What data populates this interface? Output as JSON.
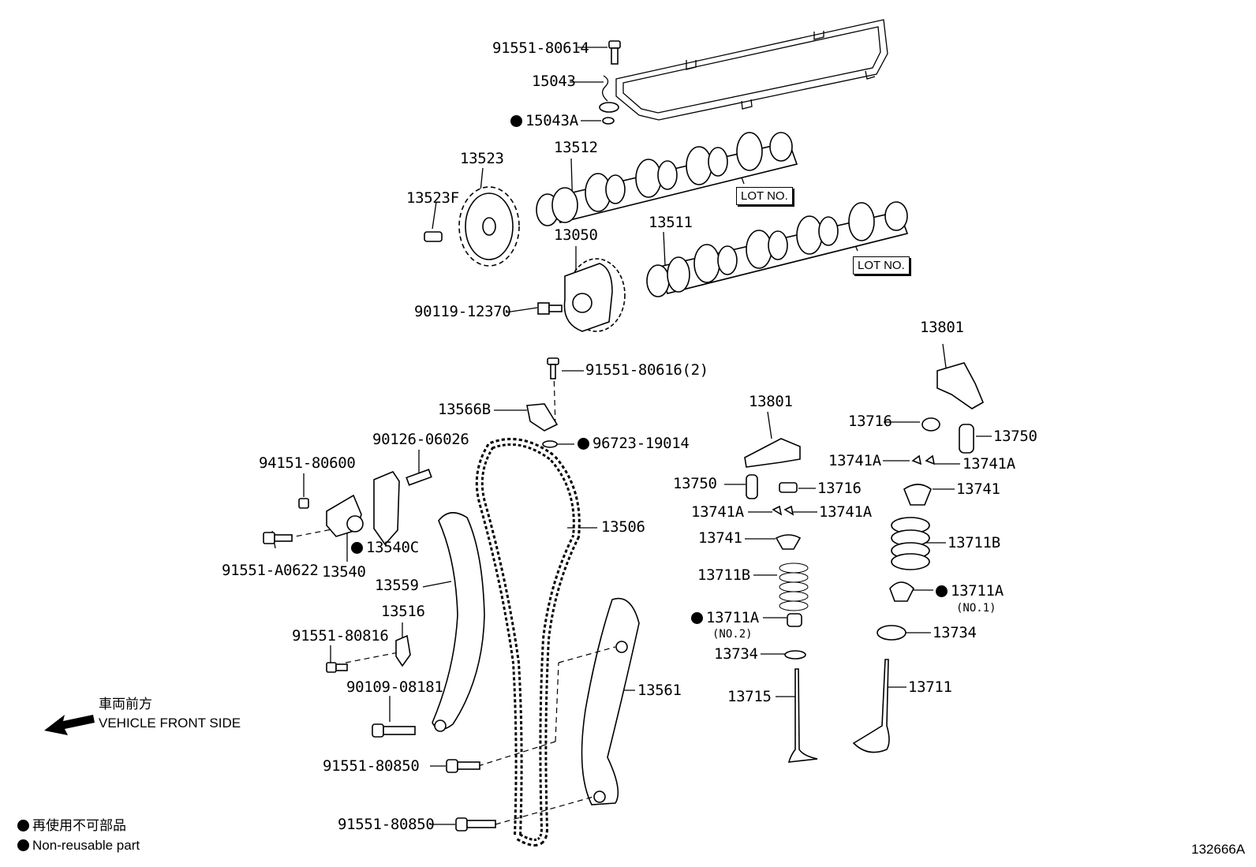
{
  "figure_code": "132666A",
  "legend": {
    "symbol": "●",
    "non_reusable_jp": "再使用不可部品",
    "non_reusable_en": "Non-reusable part"
  },
  "direction": {
    "jp": "車両前方",
    "en": "VEHICLE FRONT SIDE"
  },
  "lot_labels": [
    "LOT NO.",
    "LOT NO."
  ],
  "labels": {
    "p91551_80614": "91551-80614",
    "p15043": "15043",
    "p15043A": "15043A",
    "p13523": "13523",
    "p13523F": "13523F",
    "p13512": "13512",
    "p13050": "13050",
    "p13511": "13511",
    "p90119_12370": "90119-12370",
    "p91551_80616": "91551-80616(2)",
    "p13566B": "13566B",
    "p96723_19014": "96723-19014",
    "p90126_06026": "90126-06026",
    "p94151_80600": "94151-80600",
    "p13540C": "13540C",
    "p91551_A0622": "91551-A0622",
    "p13540": "13540",
    "p13559": "13559",
    "p13506": "13506",
    "p13516": "13516",
    "p91551_80816": "91551-80816",
    "p90109_08181": "90109-08181",
    "p13561": "13561",
    "p91551_80850_a": "91551-80850",
    "p91551_80850_b": "91551-80850",
    "p13801_a": "13801",
    "p13801_b": "13801",
    "p13716_r": "13716",
    "p13750_r": "13750",
    "p13741A_r1": "13741A",
    "p13741A_r2": "13741A",
    "p13741_r": "13741",
    "p13711B_r": "13711B",
    "p13711A_r": "13711A",
    "no1": "(NO.1)",
    "p13734_r": "13734",
    "p13711": "13711",
    "p13750_l": "13750",
    "p13716_l": "13716",
    "p13741A_l1": "13741A",
    "p13741A_l2": "13741A",
    "p13741_l": "13741",
    "p13711B_l": "13711B",
    "p13711A_l": "13711A",
    "no2": "(NO.2)",
    "p13734_l": "13734",
    "p13715": "13715"
  }
}
